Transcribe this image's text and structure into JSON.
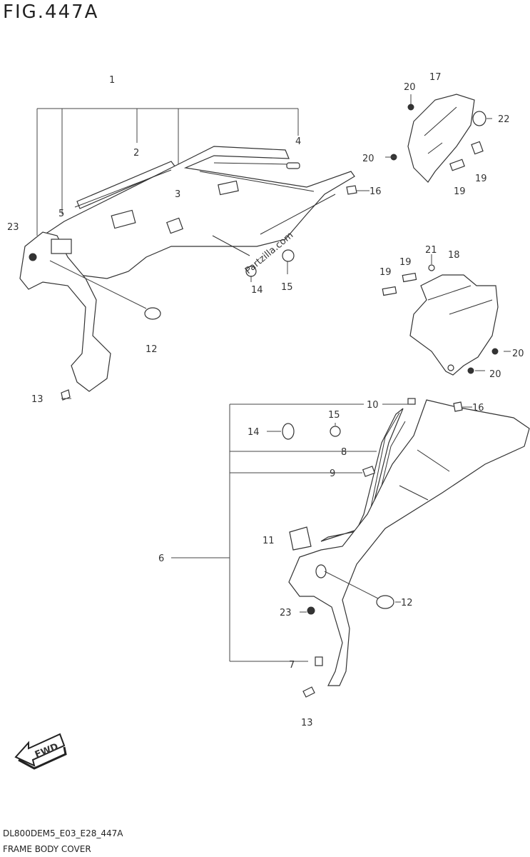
{
  "figure": {
    "title": "FIG.447A",
    "code": "DL800DEM5_E03_E28_447A",
    "caption": "FRAME BODY COVER"
  },
  "watermark": "Partzilla.com",
  "direction_badge": "FWD",
  "callouts": {
    "c1": "1",
    "c2": "2",
    "c3": "3",
    "c4": "4",
    "c5": "5",
    "c12a": "12",
    "c13a": "13",
    "c14a": "14",
    "c15a": "15",
    "c16a": "16",
    "c23a": "23",
    "c17": "17",
    "c20a": "20",
    "c20b": "20",
    "c22": "22",
    "c19a": "19",
    "c19b": "19",
    "c18": "18",
    "c19c": "19",
    "c19d": "19",
    "c21": "21",
    "c20c": "20",
    "c20d": "20",
    "c10": "10",
    "c16b": "16",
    "c15b": "15",
    "c14b": "14",
    "c8": "8",
    "c9": "9",
    "c11": "11",
    "c6": "6",
    "c12b": "12",
    "c23b": "23",
    "c7": "7",
    "c13b": "13"
  }
}
